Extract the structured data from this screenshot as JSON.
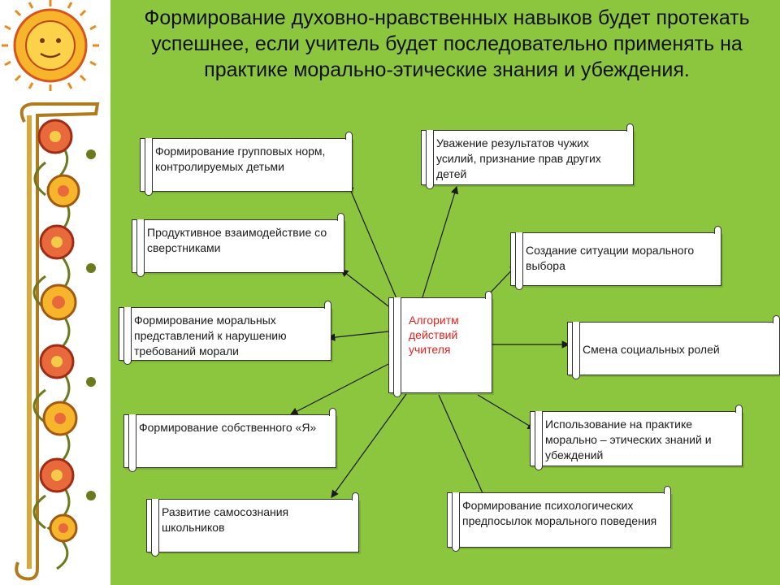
{
  "title": "Формирование духовно-нравственных навыков будет протекать успешнее, если учитель будет последовательно применять на практике морально-этические знания и убеждения.",
  "center": "Алгоритм действий учителя",
  "nodes": {
    "group_norms": "Формирование групповых норм, контролируемых детьми",
    "productive": "Продуктивное взаимодействие со сверстниками",
    "moral_ideas": "Формирование моральных представлений к нарушению требований морали",
    "own_self": "Формирование собственного «Я»",
    "self_awareness": "Развитие самосознания школьников",
    "respect": "Уважение результатов чужих усилий, признание прав других детей",
    "moral_choice": "Создание ситуации морального выбора",
    "social_roles": "Смена социальных ролей",
    "practice": "Использование на практике морально – этических знаний и убеждений",
    "prerequisites": "Формирование психологических предпосылок морального поведения"
  },
  "colors": {
    "background": "#8cc63f",
    "center_text": "#e3231f",
    "border": "#333333"
  }
}
